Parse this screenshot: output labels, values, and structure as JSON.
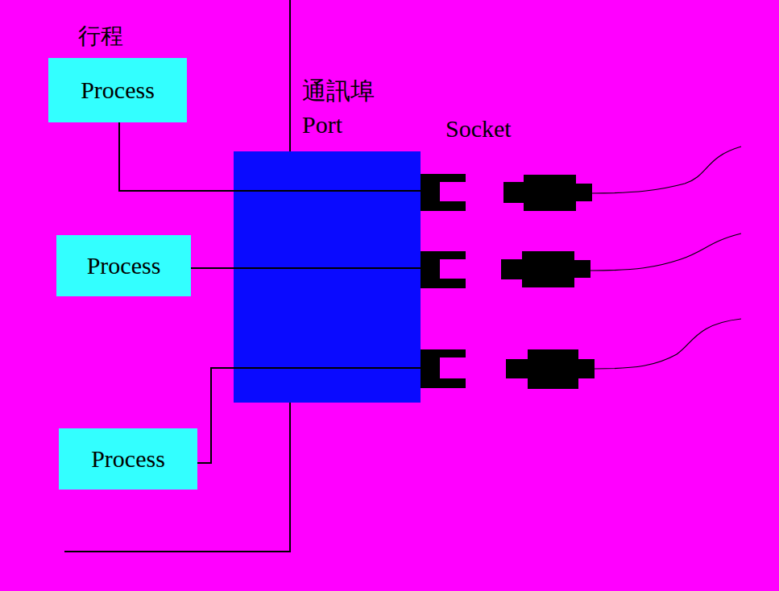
{
  "diagram": {
    "nodes": [
      {
        "text": [
          "Process"
        ]
      },
      {
        "text": [
          "Process"
        ]
      },
      {
        "text": [
          "Process"
        ]
      },
      {
        "text": [
          "通訊埠 Port"
        ]
      }
    ],
    "edges": [
      {
        "from": 0,
        "to": 3,
        "arrow": "none"
      },
      {
        "from": 1,
        "to": 3,
        "arrow": "none"
      },
      {
        "from": 2,
        "to": 3,
        "arrow": "none"
      }
    ],
    "labels": [
      "行程",
      "Socket"
    ]
  }
}
